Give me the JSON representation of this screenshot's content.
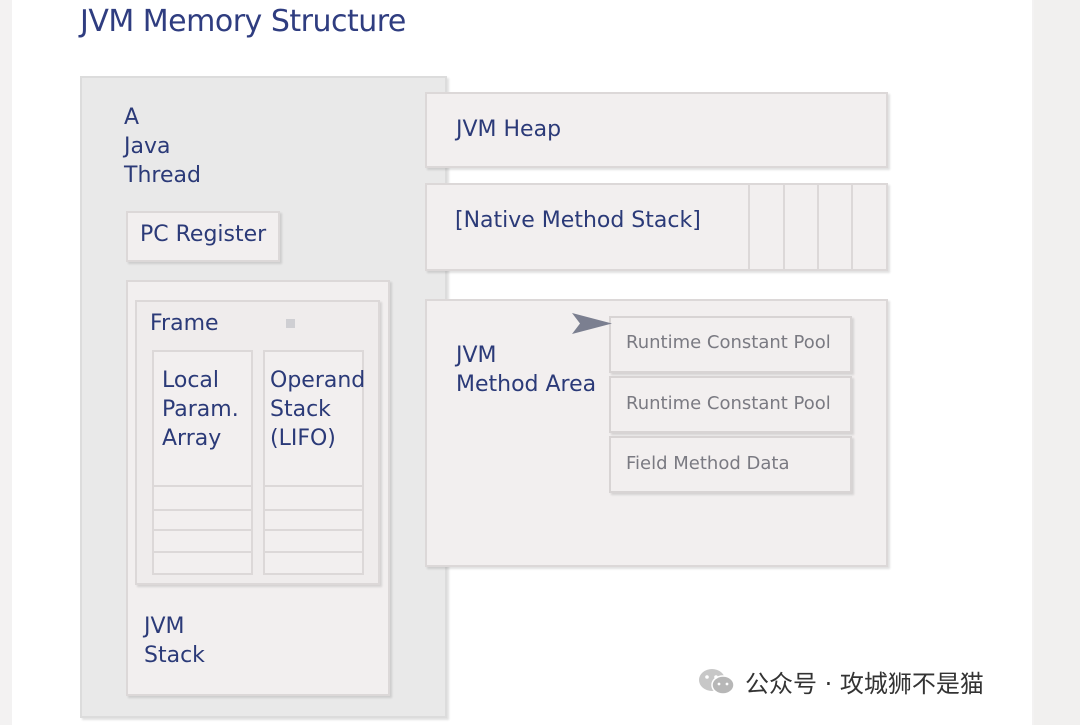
{
  "title": "JVM Memory Structure",
  "thread": {
    "label": "A\nJava\nThread"
  },
  "pc_register": {
    "label": "PC Register"
  },
  "frame": {
    "label": "Frame",
    "local_array": "Local\nParam.\nArray",
    "operand_stack": "Operand\nStack\n(LIFO)"
  },
  "jvm_stack": {
    "label": "JVM\nStack"
  },
  "heap": {
    "label": "JVM Heap"
  },
  "native_stack": {
    "label": "[Native Method Stack]"
  },
  "method_area": {
    "label": "JVM\nMethod Area",
    "items": [
      "Runtime Constant Pool",
      "Runtime Constant Pool",
      "Field Method Data"
    ]
  },
  "watermark": {
    "text": "公众号 · 攻城狮不是猫",
    "icon": "wechat-icon"
  }
}
